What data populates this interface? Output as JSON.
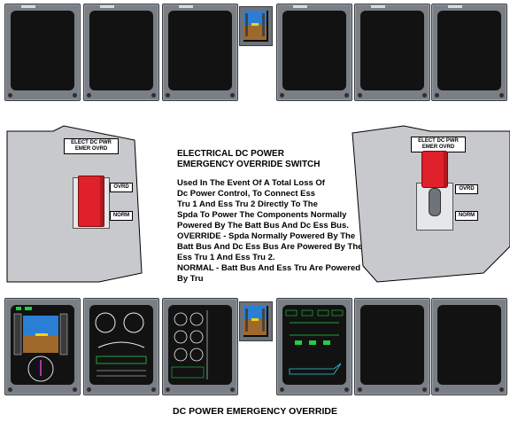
{
  "callout": {
    "title_line1": "ELECTRICAL DC POWER",
    "title_line2": "EMERGENCY OVERRIDE SWITCH",
    "body_lines": [
      "Used In The Event Of A Total Loss Of",
      "Dc Power Control, To Connect Ess",
      "Tru 1 And Ess Tru 2 Directly To The",
      "Spda To Power The Components Normally",
      "Powered By The Batt Bus And Dc Ess Bus.",
      "OVERRIDE - Spda Normally Powered  By The",
      "Batt Bus And Dc Ess  Bus Are Powered By The",
      "Ess Tru 1 And Ess Tru 2.",
      "NORMAL - Batt Bus And Ess Tru Are Powered",
      "By Tru"
    ]
  },
  "left_switch": {
    "placard_line1": "ELECT DC PWR",
    "placard_line2": "EMER OVRD",
    "ovrd_label": "OVRD",
    "norm_label": "NORM",
    "guard_color": "#e0202a"
  },
  "right_switch": {
    "placard_line1": "ELECT DC PWR",
    "placard_line2": "EMER OVRD",
    "ovrd_label": "OVRD",
    "norm_label": "NORM",
    "guard_color": "#e0202a"
  },
  "footer_title": "DC POWER EMERGENCY OVERRIDE",
  "colors": {
    "panel_gray": "#c7c9cc",
    "display_frame": "#7a7f86",
    "screen": "#121212"
  }
}
